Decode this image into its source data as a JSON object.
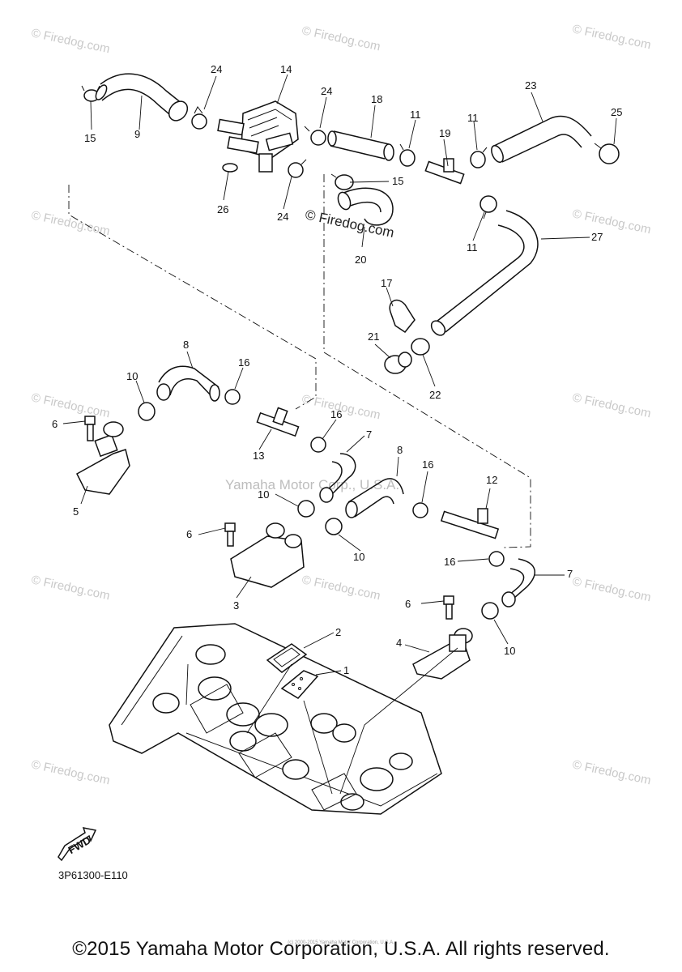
{
  "watermarks": {
    "corner": "© Firedog.com",
    "center": "Yamaha Motor Corp., U.S.A."
  },
  "diagram_code": "3P61300-E110",
  "fwd_label": "FWD",
  "part_labels": [
    "1",
    "2",
    "3",
    "4",
    "5",
    "6",
    "6",
    "6",
    "7",
    "7",
    "8",
    "8",
    "9",
    "10",
    "10",
    "10",
    "10",
    "11",
    "11",
    "11",
    "12",
    "13",
    "14",
    "15",
    "15",
    "16",
    "16",
    "16",
    "16",
    "17",
    "18",
    "19",
    "20",
    "21",
    "22",
    "23",
    "24",
    "24",
    "24",
    "25",
    "26",
    "27"
  ],
  "footer": {
    "copyright": "©2015 Yamaha Motor Corporation, U.S.A. All rights reserved.",
    "tiny_note": "(c) 2000-2015 Yamaha Motor Corporation, U.S.A."
  }
}
